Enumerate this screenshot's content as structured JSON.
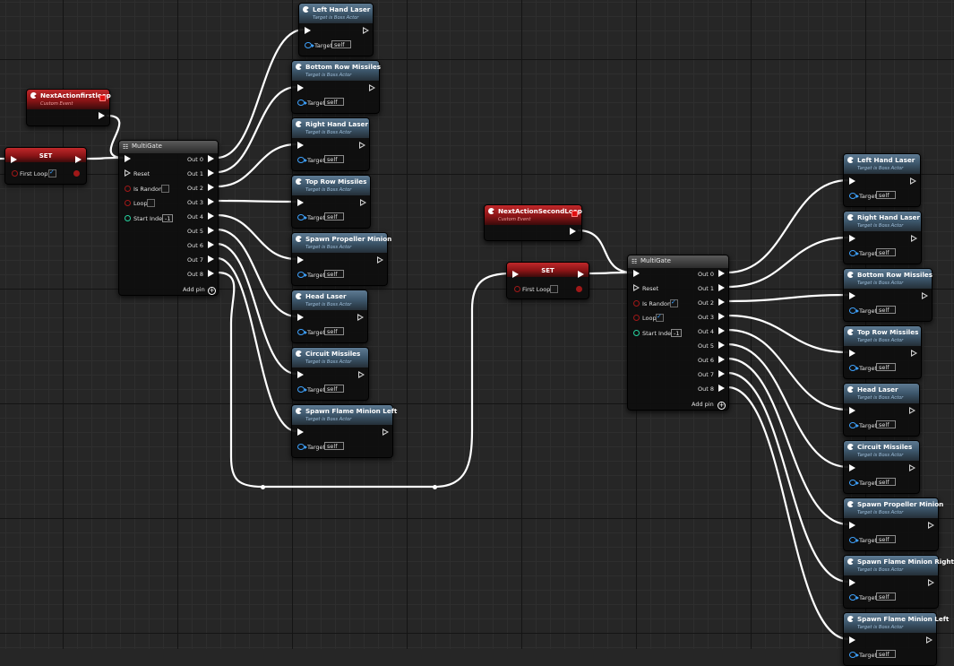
{
  "colors": {
    "wire": "#ffffff",
    "event_header": "#8a1416",
    "function_header": "#3c566b",
    "object_pin": "#3fa3ff",
    "bool_pin": "#a01818",
    "int_pin": "#26d4a0"
  },
  "events": {
    "first": {
      "title": "NextActionfirstloop",
      "subtitle": "Custom Event"
    },
    "second": {
      "title": "NextActionSecondLoop",
      "subtitle": "Custom Event"
    }
  },
  "set_nodes": {
    "first": {
      "title": "SET",
      "var_label": "First Loop?",
      "checked": "✓"
    },
    "second": {
      "title": "SET",
      "var_label": "First Loop?",
      "checked": ""
    }
  },
  "multigates": {
    "first": {
      "title": "MultiGate",
      "reset": "Reset",
      "is_random": "Is Random",
      "is_random_value": "",
      "loop": "Loop",
      "loop_value": "",
      "start_index": "Start Index",
      "start_index_value": "-1",
      "add_pin": "Add pin",
      "outputs": [
        "Out 0",
        "Out 1",
        "Out 2",
        "Out 3",
        "Out 4",
        "Out 5",
        "Out 6",
        "Out 7",
        "Out 8"
      ]
    },
    "second": {
      "title": "MultiGate",
      "reset": "Reset",
      "is_random": "Is Random",
      "is_random_value": "✓",
      "loop": "Loop",
      "loop_value": "✓",
      "start_index": "Start Index",
      "start_index_value": "-1",
      "add_pin": "Add pin",
      "outputs": [
        "Out 0",
        "Out 1",
        "Out 2",
        "Out 3",
        "Out 4",
        "Out 5",
        "Out 6",
        "Out 7",
        "Out 8"
      ]
    }
  },
  "function_subtitle": "Target is Boss Actor",
  "target_label": "Target",
  "target_value": "self",
  "functions_first": [
    "Left Hand Laser",
    "Bottom Row Missiles",
    "Right Hand Laser",
    "Top Row Missiles",
    "Spawn Propeller Minion",
    "Head Laser",
    "Circuit Missiles",
    "Spawn Flame Minion Left"
  ],
  "functions_second": [
    "Left Hand Laser",
    "Right Hand Laser",
    "Bottom Row Missiles",
    "Top Row Missiles",
    "Head Laser",
    "Circuit Missiles",
    "Spawn Propeller Minion",
    "Spawn Flame Minion Right",
    "Spawn Flame Minion Left"
  ]
}
